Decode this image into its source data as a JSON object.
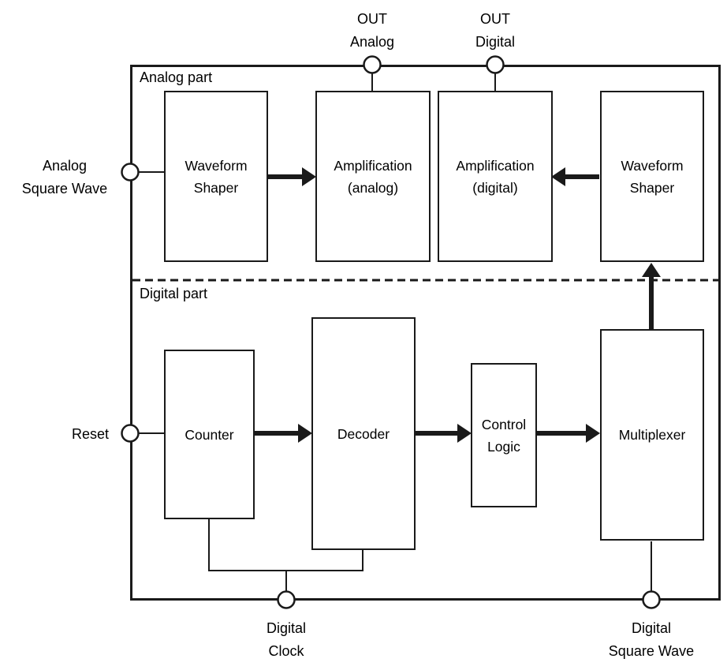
{
  "diagram": {
    "sections": {
      "analog": "Analog part",
      "digital": "Digital part"
    },
    "blocks": {
      "waveform_shaper_left": "Waveform Shaper",
      "amplification_analog": "Amplification (analog)",
      "amplification_digital": "Amplification (digital)",
      "waveform_shaper_right": "Waveform Shaper",
      "counter": "Counter",
      "decoder": "Decoder",
      "control_logic": "Control Logic",
      "multiplexer": "Multiplexer"
    },
    "ports": {
      "out_analog": {
        "line1": "OUT",
        "line2": "Analog"
      },
      "out_digital": {
        "line1": "OUT",
        "line2": "Digital"
      },
      "analog_square_wave": {
        "line1": "Analog",
        "line2": "Square Wave"
      },
      "reset": "Reset",
      "digital_clock": {
        "line1": "Digital",
        "line2": "Clock"
      },
      "digital_square_wave": {
        "line1": "Digital",
        "line2": "Square Wave"
      }
    },
    "colors": {
      "line": "#1a1a1a",
      "background": "#ffffff"
    }
  }
}
